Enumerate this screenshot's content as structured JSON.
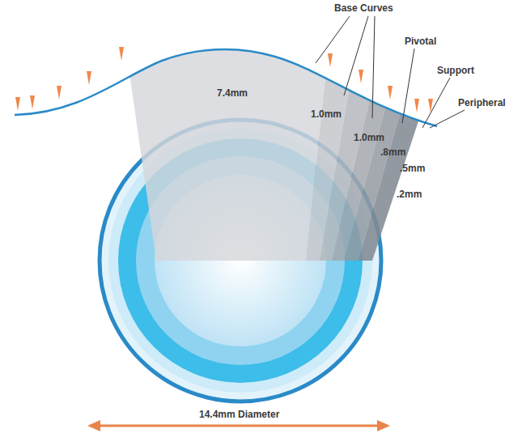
{
  "diagram": {
    "labels": [
      "Base Curves",
      "Pivotal",
      "Support",
      "Peripheral",
      "7.4mm",
      "1.0mm",
      "1.0mm",
      ".8mm",
      ".5mm",
      ".2mm",
      "14.4mm Diameter"
    ]
  }
}
